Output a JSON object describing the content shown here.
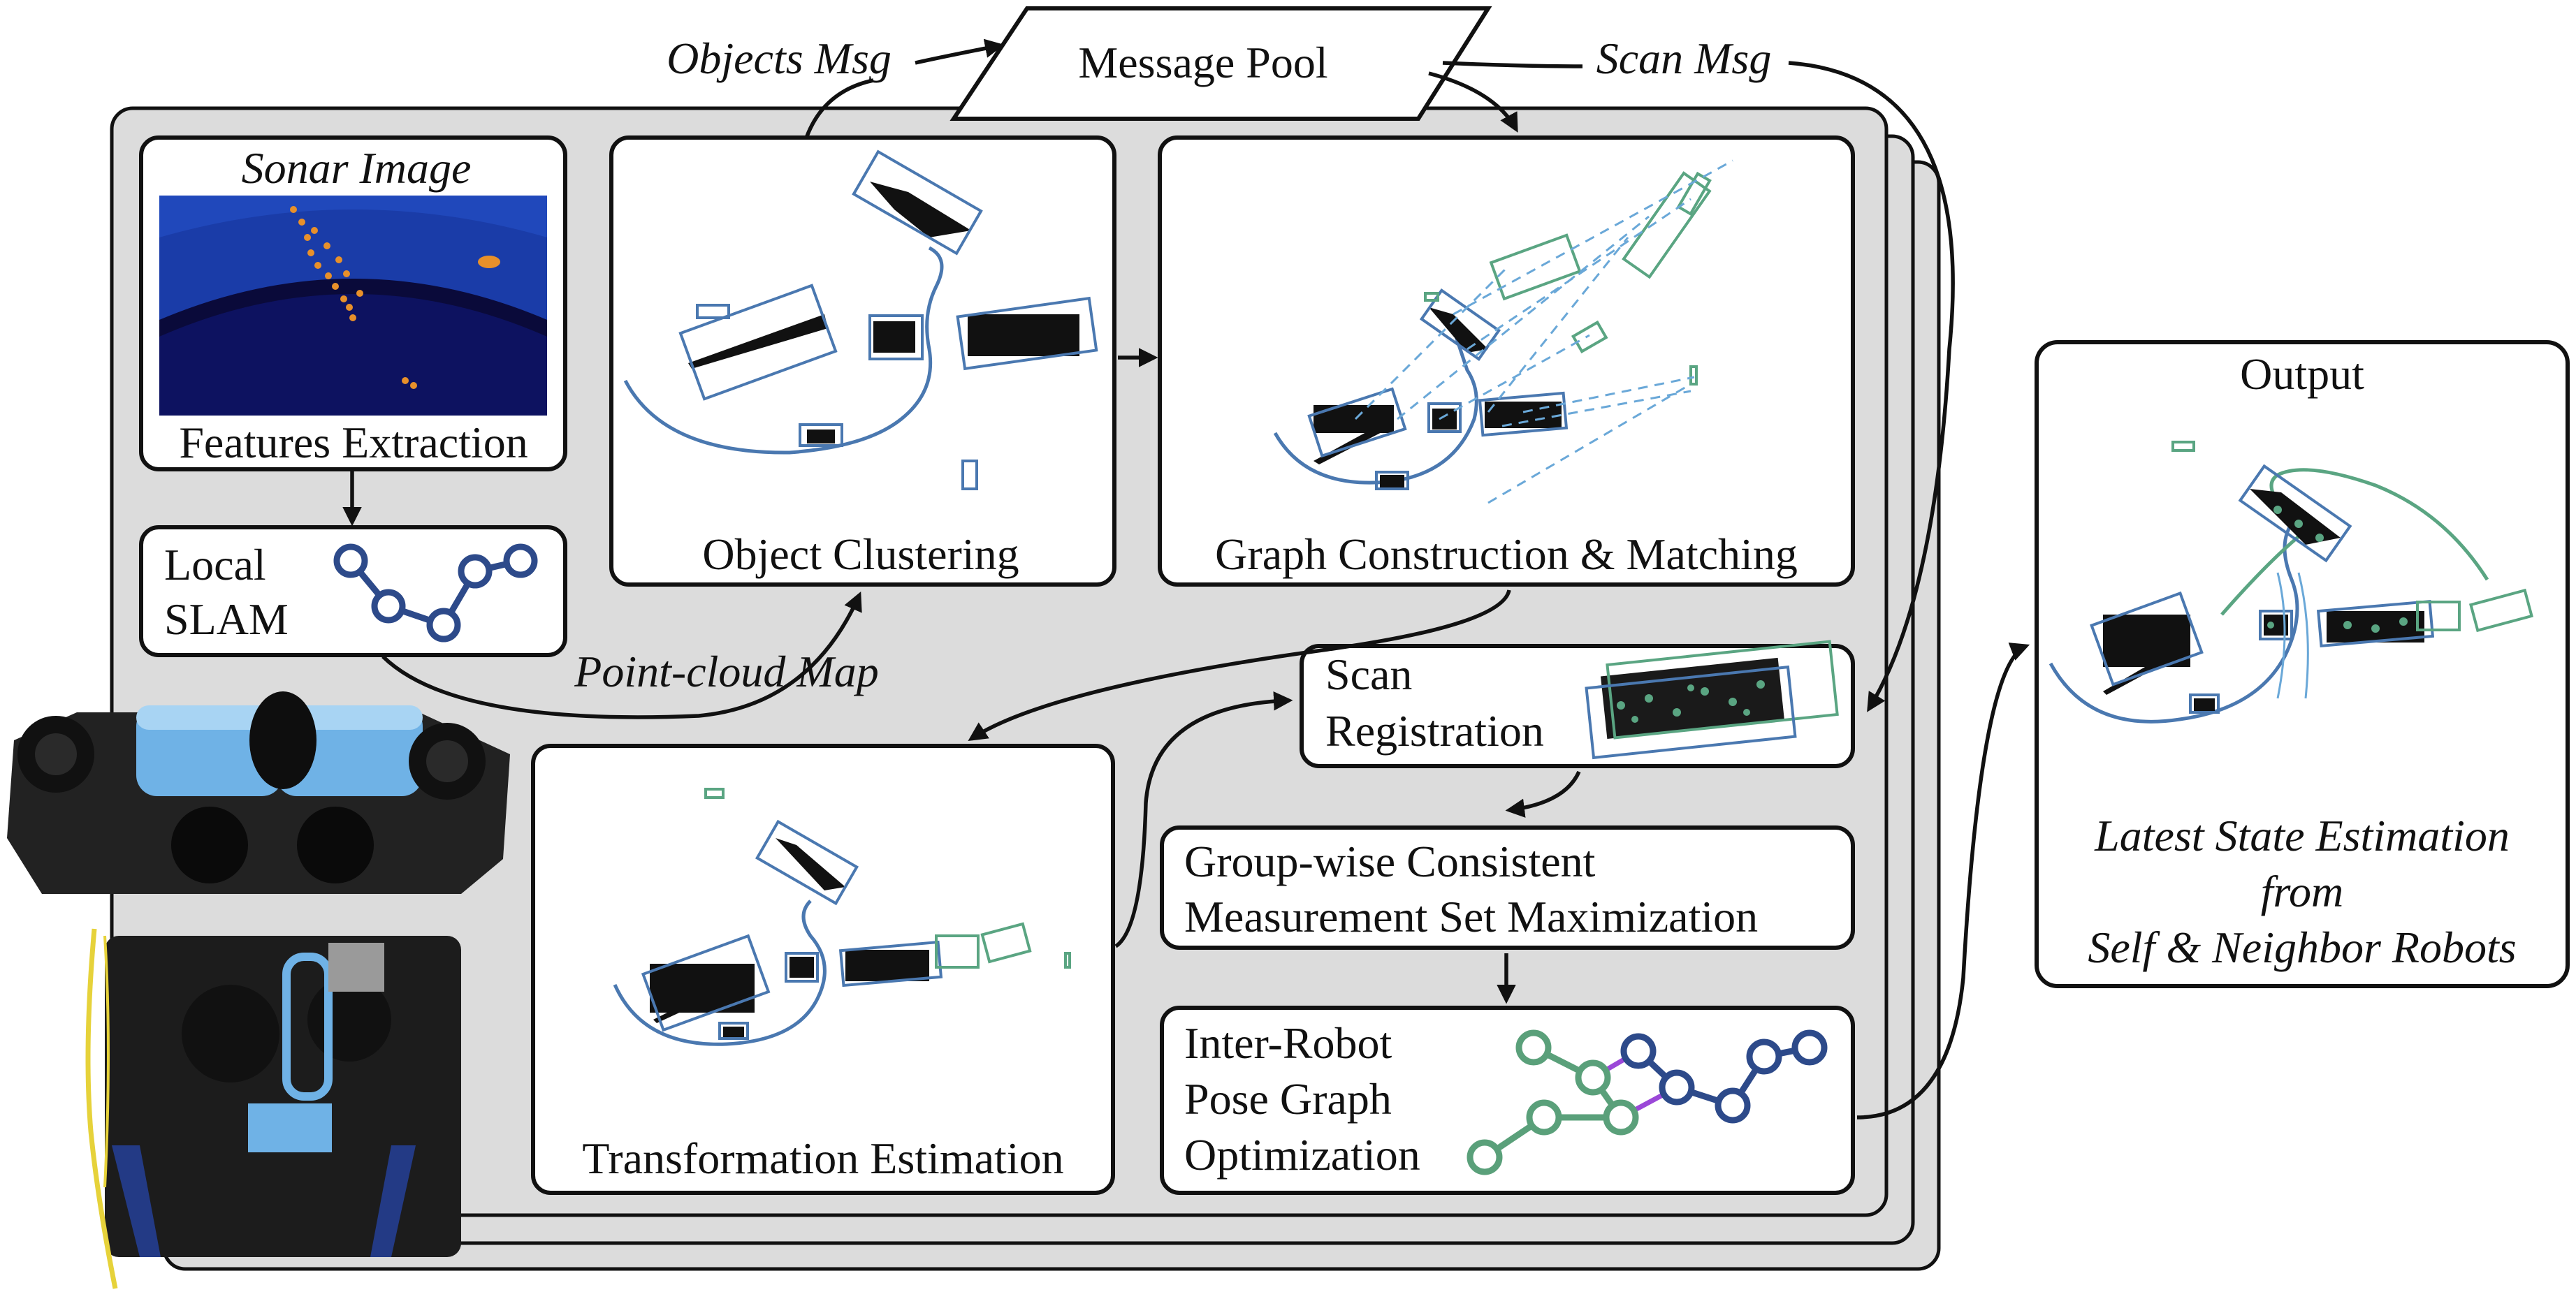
{
  "message_pool": "Message Pool",
  "objects_msg": "Objects Msg",
  "scan_msg": "Scan Msg",
  "point_cloud_map": "Point-cloud Map",
  "sonar": {
    "title": "Sonar Image",
    "caption": "Features Extraction"
  },
  "local_slam": {
    "line1": "Local",
    "line2": "SLAM"
  },
  "object_clustering": "Object Clustering",
  "graph_construction": "Graph Construction & Matching",
  "scan_registration": {
    "line1": "Scan",
    "line2": "Registration"
  },
  "transformation_estimation": "Transformation Estimation",
  "gcm": {
    "line1": "Group-wise Consistent",
    "line2": "Measurement Set Maximization"
  },
  "pgo": {
    "line1": "Inter-Robot",
    "line2": "Pose Graph",
    "line3": "Optimization"
  },
  "output": {
    "title": "Output",
    "line1": "Latest State Estimation",
    "line2": "from",
    "line3": "Self & Neighbor Robots"
  },
  "colors": {
    "panel_gray": "#dcdcdc",
    "trajectory_blue": "#4a78b0",
    "match_green": "#5aa582",
    "graph_node_blue": "#2d4a8a",
    "graph_node_green": "#5aa07a",
    "inter_robot_edge_purple": "#9b48d8",
    "sonar_blue": "#1a3ca8",
    "sonar_feature_orange": "#e8902a",
    "robot_thruster_blue": "#6fb2e6"
  }
}
